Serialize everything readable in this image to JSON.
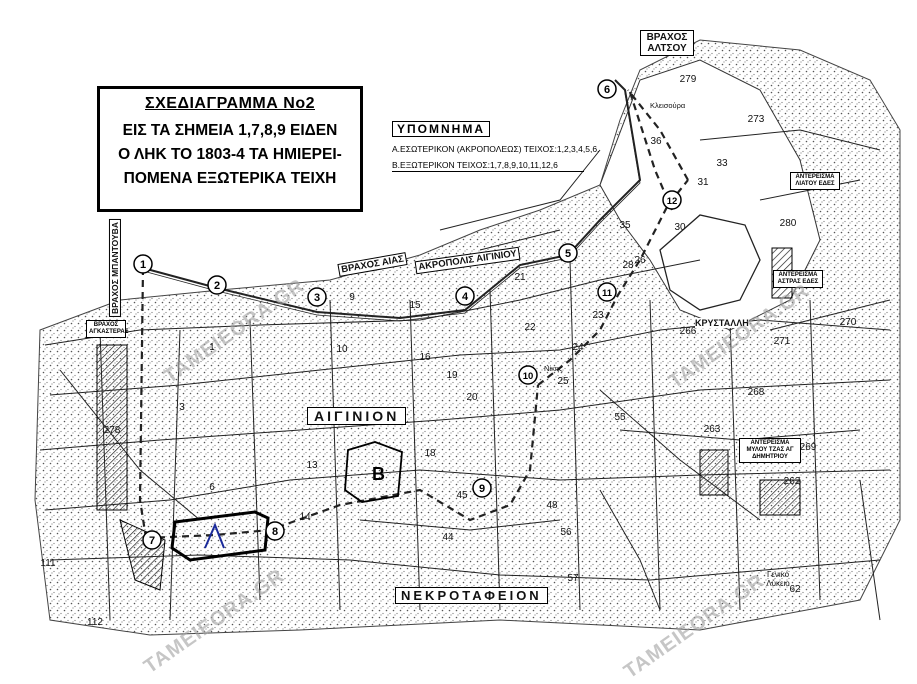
{
  "title": {
    "line1": "ΣΧΕΔΙΑΓΡΑΜΜΑ Νο2",
    "line2": "ΕΙΣ ΤΑ ΣΗΜΕΙΑ 1,7,8,9  ΕΙΔΕΝ",
    "line3": "Ο ΛΗΚ ΤΟ 1803-4 ΤΑ ΗΜΙΕΡΕΙ-",
    "line4": "ΠΟΜΕΝΑ ΕΞΩΤΕΡΙΚΑ ΤΕΙΧΗ"
  },
  "legend": {
    "title": "ΥΠΟΜΝΗΜΑ",
    "item_a": "Α.ΕΣΩΤΕΡΙΚΟΝ (ΑΚΡΟΠΟΛΕΩΣ) ΤΕΙΧΟΣ:1,2,3,4,5,6.",
    "item_b": "Β.ΕΞΩΤΕΡΙΚΟΝ ΤΕΙΧΟΣ:1,7,8,9,10,11,12,6"
  },
  "labels": {
    "vrachos_altsou": "ΒΡΑΧΟΣ ΑΛΤΣΟΥ",
    "vrachos_aias": "ΒΡΑΧΟΣ ΑΙΑΣ",
    "akropolis": "ΑΚΡΟΠΟΛΙΣ ΑΙΓΙΝΙΟΥ",
    "vrachos_mpantouva": "ΒΡΑΧΟΣ ΜΠΑΝΤΟΥΒΑ",
    "aiginion": "ΑΙΓΙΝΙΟΝ",
    "nekrotafeion": "ΝΕΚΡΟΤΑΦΕΙΟΝ",
    "krystalli": "ΚΡΥΣΤΑΛΛΗ",
    "vrachos_agkastera": "ΒΡΑΧΟΣ ΑΓΚΑΣΤΕΡΑΣ",
    "antereisma_liatou": "ΑΝΤΕΡΕΙΣΜΑ ΛΙΑΤΟΥ ΕΔΕΣ",
    "antereisma_astras": "ΑΝΤΕΡΕΙΣΜΑ ΑΣΤΡΑΣ ΕΔΕΣ",
    "antereisma_mylou": "ΑΝΤΕΡΕΙΣΜΑ ΜΥΛΟΥ ΤΖΑΣ ΑΓ ΔΗΜΗΤΡΙΟΥ",
    "geniko_lykeio": "Γενικό Λύκειο",
    "kleisoura": "Κλεισούρα",
    "nikis": "Νίκης"
  },
  "points": [
    "1",
    "2",
    "3",
    "4",
    "5",
    "6",
    "7",
    "8",
    "9",
    "10",
    "11",
    "12"
  ],
  "area_letters": {
    "a": "Α",
    "b": "Β"
  },
  "block_numbers": [
    "1",
    "3",
    "6",
    "9",
    "10",
    "13",
    "14",
    "15",
    "16",
    "18",
    "19",
    "20",
    "21",
    "22",
    "23",
    "24",
    "25",
    "26",
    "28",
    "30",
    "31",
    "33",
    "35",
    "36",
    "44",
    "45",
    "48",
    "55",
    "56",
    "57",
    "62",
    "111",
    "112",
    "262",
    "263",
    "266",
    "268",
    "269",
    "270",
    "271",
    "273",
    "278",
    "279",
    "280"
  ],
  "watermark": "TAMEIEORA.GR",
  "colors": {
    "ink": "#000000",
    "background": "#ffffff",
    "watermark": "#a0a0a0"
  }
}
